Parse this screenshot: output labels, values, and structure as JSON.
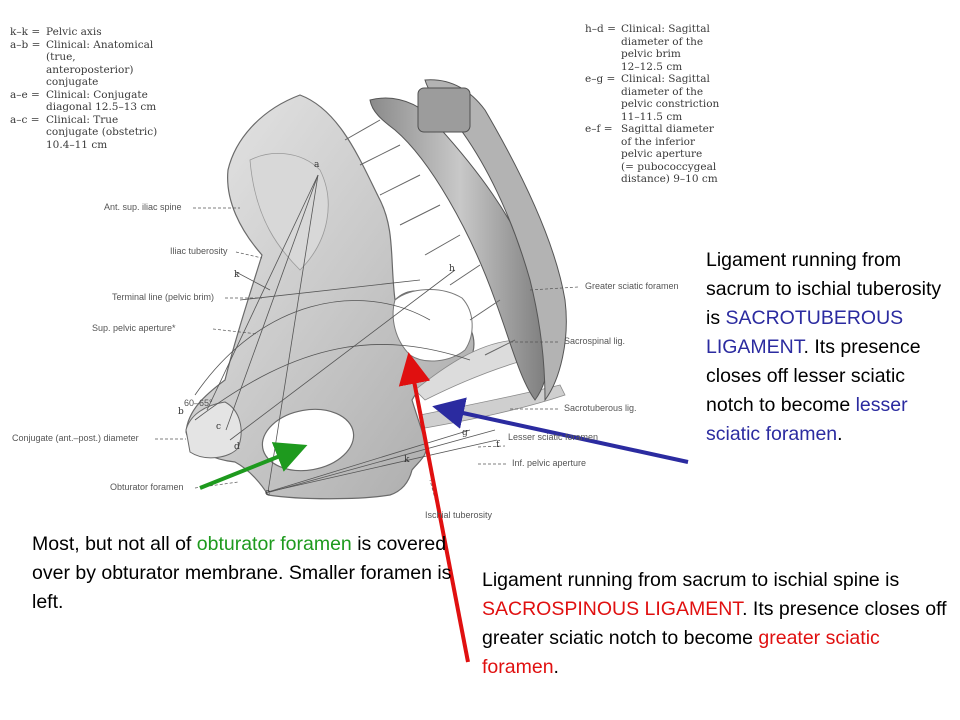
{
  "legend_left": [
    {
      "key": "k–k =",
      "lines": [
        "Pelvic axis"
      ]
    },
    {
      "key": "a–b =",
      "lines": [
        "Clinical: Anatomical",
        "(true,",
        "anteroposterior)",
        "conjugate"
      ]
    },
    {
      "key": "a–e =",
      "lines": [
        "Clinical: Conjugate",
        "diagonal 12.5–13 cm"
      ]
    },
    {
      "key": "a–c =",
      "lines": [
        "Clinical: True",
        "conjugate (obstetric)",
        "10.4–11 cm"
      ]
    }
  ],
  "legend_right": [
    {
      "key": "h–d =",
      "lines": [
        "Clinical: Sagittal",
        "diameter of the",
        "pelvic brim",
        "12–12.5 cm"
      ]
    },
    {
      "key": "e–g =",
      "lines": [
        "Clinical: Sagittal",
        "diameter of the",
        "pelvic constriction",
        "11–11.5 cm"
      ]
    },
    {
      "key": "e–f =",
      "lines": [
        "Sagittal diameter",
        "of the inferior",
        "pelvic aperture",
        "(= pubococcygeal",
        "distance) 9–10 cm"
      ]
    }
  ],
  "labels": {
    "ant_sup_iliac_spine": "Ant. sup. iliac spine",
    "iliac_tuberosity": "Iliac tuberosity",
    "terminal_line": "Terminal line (pelvic brim)",
    "sup_pelvic_aperture": "Sup. pelvic aperture*",
    "angle": "60–65°",
    "conjugate_diameter": "Conjugate (ant.–post.) diameter",
    "obturator_foramen": "Obturator foramen",
    "ischial_tuberosity": "Ischial tuberosity",
    "greater_sciatic_foramen": "Greater sciatic foramen",
    "sacrospinal_lig": "Sacrospinal lig.",
    "sacrotuberous_lig": "Sacrotuberous lig.",
    "lesser_sciatic_foramen": "Lesser sciatic foramen",
    "inf_pelvic_aperture": "Inf. pelvic aperture"
  },
  "letters": {
    "a": "a",
    "b": "b",
    "c": "c",
    "d": "d",
    "e": "e",
    "f": "f",
    "g": "g",
    "h": "h",
    "k": "k"
  },
  "notes": {
    "sacrotuberous": {
      "p1": "Ligament running from sacrum to ischial tuberosity is ",
      "h1": "SACROTUBEROUS LIGAMENT",
      "p2": ".  Its presence closes off lesser sciatic notch to become ",
      "h2": "lesser sciatic foramen",
      "p3": "."
    },
    "obturator": {
      "p1": "Most, but not all of ",
      "h1": "obturator foramen",
      "p2": " is covered over by obturator membrane.  Smaller foramen is left."
    },
    "sacrospinous": {
      "p1": "Ligament running from sacrum to ischial spine is ",
      "h1": "SACROSPINOUS LIGAMENT",
      "p2": ".  Its presence closes off greater sciatic notch to become ",
      "h2": "greater sciatic foramen",
      "p3": "."
    }
  },
  "colors": {
    "arrow_blue": "#2b2ba0",
    "arrow_green": "#1e9a1e",
    "arrow_red": "#e01010"
  }
}
